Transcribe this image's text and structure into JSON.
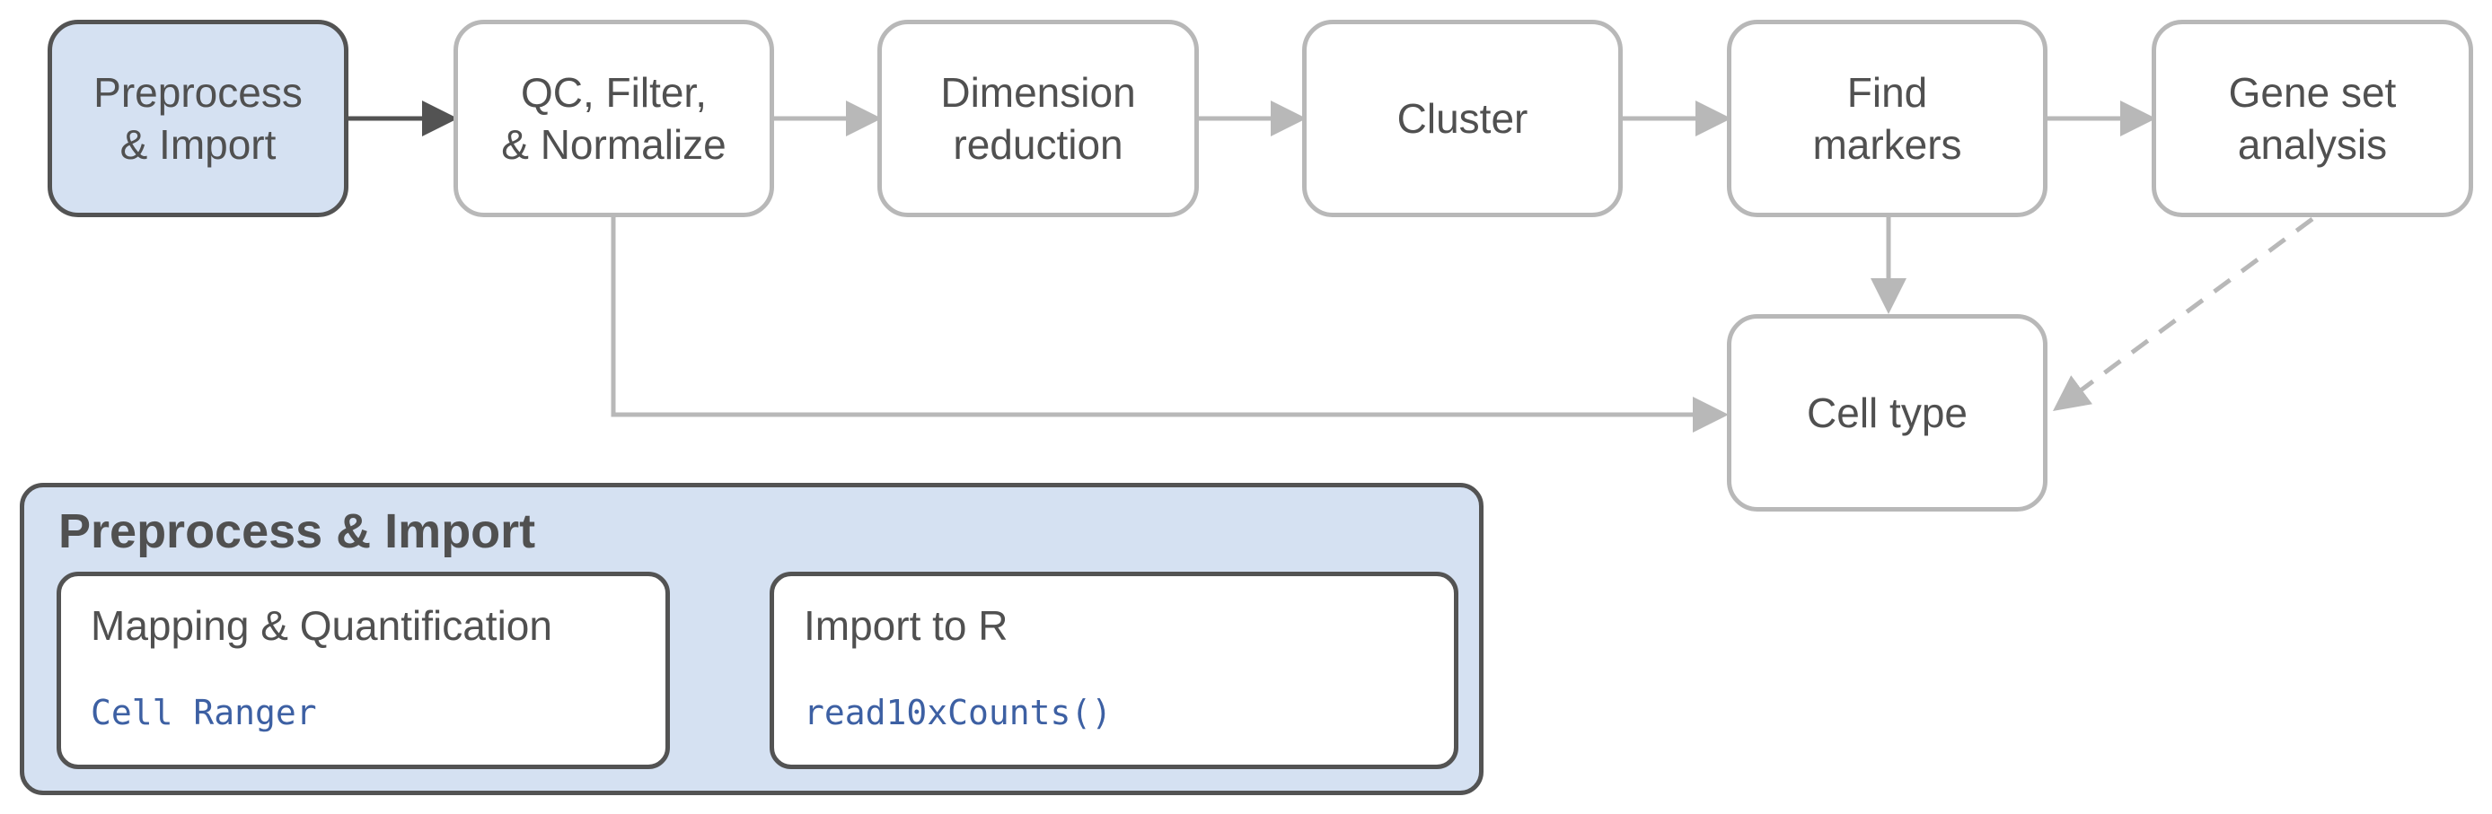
{
  "pipeline": {
    "preprocess": [
      "Preprocess",
      "& Import"
    ],
    "qc": [
      "QC, Filter,",
      "& Normalize"
    ],
    "dimred": [
      "Dimension",
      "reduction"
    ],
    "cluster": [
      "Cluster"
    ],
    "markers": [
      "Find",
      "markers"
    ],
    "geneset": [
      "Gene set",
      "analysis"
    ],
    "celltype": [
      "Cell type"
    ]
  },
  "detail": {
    "title": "Preprocess & Import",
    "steps": [
      {
        "title": "Mapping & Quantification",
        "code": "Cell Ranger"
      },
      {
        "title": "Import to R",
        "code": "read10xCounts()"
      }
    ]
  },
  "colors": {
    "active_fill": "#d5e1f2",
    "active_border": "#535353",
    "inactive_border": "#b8b8b8",
    "code_text": "#3d60a3"
  }
}
